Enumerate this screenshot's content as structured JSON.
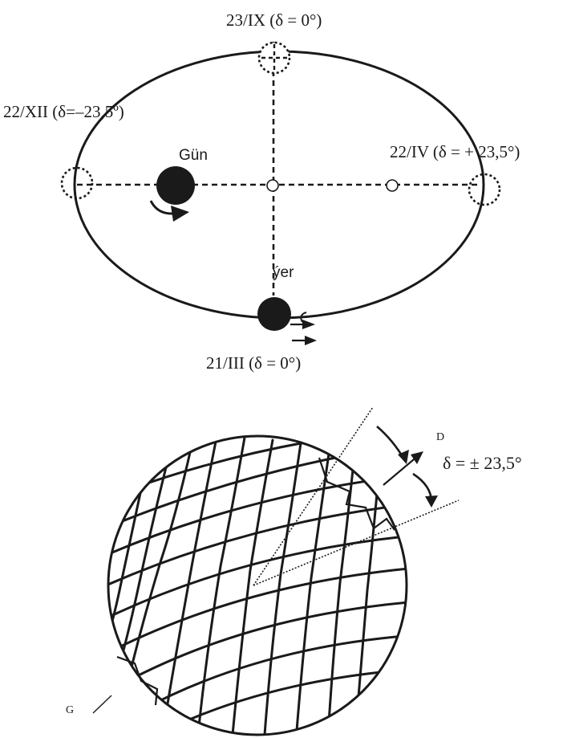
{
  "orbit": {
    "labels": {
      "top": "23/IX (δ = 0°)",
      "left": "22/XII (δ=–23,5º)",
      "right": "22/IV (δ = + 23,5°)",
      "bottom": "21/III (δ = 0°)",
      "sun": "Gün",
      "earth": "ýer"
    }
  },
  "globe": {
    "labels": {
      "axis_tilt": "δ = ± 23,5°",
      "north_mark": "D",
      "south_mark": "G"
    }
  },
  "colors": {
    "ink": "#1a1a1a",
    "background": "#ffffff"
  }
}
